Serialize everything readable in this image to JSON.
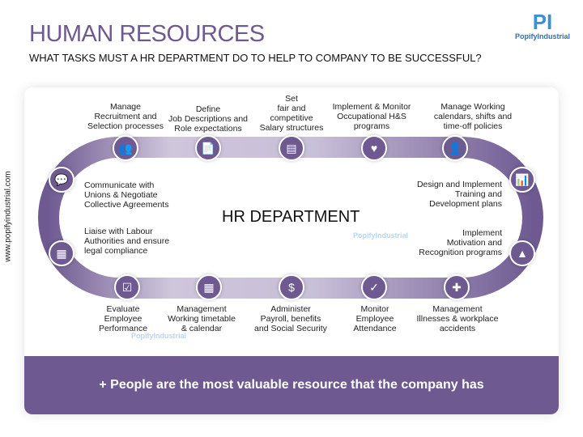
{
  "header": {
    "title": "HUMAN RESOURCES",
    "subtitle": "WHAT TASKS MUST A HR DEPARTMENT DO TO HELP TO COMPANY TO BE SUCCESSFUL?"
  },
  "logo": {
    "text": "PopifyIndustrial"
  },
  "sidebar_url": "www.popifyindustrial.com",
  "center_label": "HR DEPARTMENT",
  "colors": {
    "accent": "#6e5a91"
  },
  "tasks_top": [
    {
      "label": "Manage\nRecruitment and\nSelection processes",
      "icon": "people-icon"
    },
    {
      "label": "Define\nJob Descriptions and\nRole expectations",
      "icon": "document-search-icon"
    },
    {
      "label": "Set\nfair and\ncompetitive\nSalary structures",
      "icon": "ledger-icon"
    },
    {
      "label": "Implement & Monitor\nOccupational H&S\nprograms",
      "icon": "heart-plus-icon"
    },
    {
      "label": "Manage Working\ncalendars, shifts and\ntime-off policies",
      "icon": "user-minus-icon"
    }
  ],
  "tasks_left": [
    {
      "label": "Communicate with\nUnions & Negotiate\nCollective Agreements",
      "icon": "chat-icon"
    },
    {
      "label": "Liaise with Labour\nAuthorities and ensure\nlegal compliance",
      "icon": "building-icon"
    }
  ],
  "tasks_right": [
    {
      "label": "Design and Implement\nTraining and\nDevelopment plans",
      "icon": "presentation-icon"
    },
    {
      "label": "Implement\nMotivation and\nRecognition programs",
      "icon": "mountain-flag-icon"
    }
  ],
  "tasks_bottom": [
    {
      "label": "Evaluate\nEmployee\nPerformance",
      "icon": "checklist-icon"
    },
    {
      "label": "Management\nWorking timetable\n& calendar",
      "icon": "calendar-icon"
    },
    {
      "label": "Administer\nPayroll, benefits\nand Social Security",
      "icon": "money-icon"
    },
    {
      "label": "Monitor\nEmployee\nAttendance",
      "icon": "calendar-check-icon"
    },
    {
      "label": "Management\nIllnesses & workplace\naccidents",
      "icon": "first-aid-icon"
    }
  ],
  "banner": "+ People are the most valuable resource that the company has"
}
